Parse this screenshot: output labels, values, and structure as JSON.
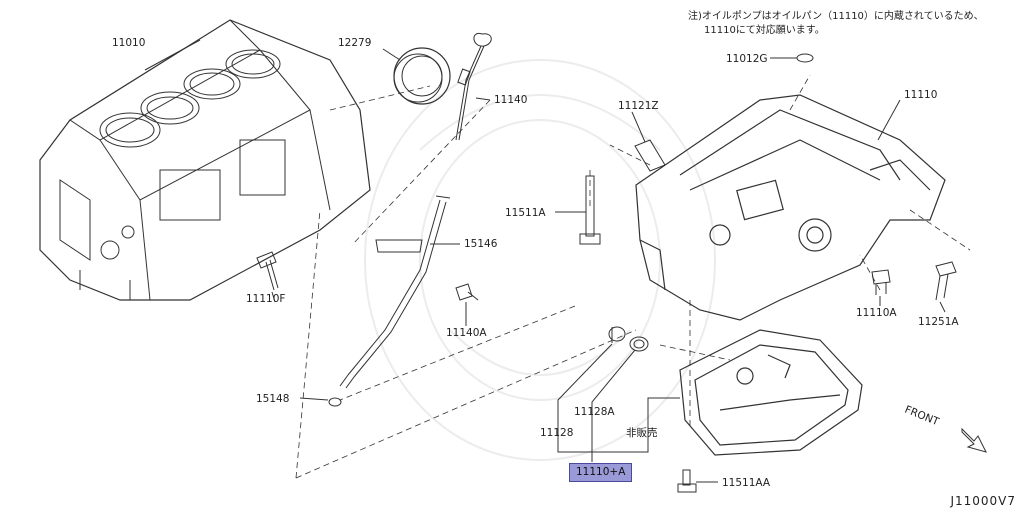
{
  "note": {
    "line1": "注)オイルポンプはオイルパン（11110）に内蔵されているため、",
    "line2": "11110にて対応願います。"
  },
  "parts": {
    "p11010": "11010",
    "p12279": "12279",
    "p11140": "11140",
    "p15146": "15146",
    "p11110F": "11110F",
    "p11140A": "11140A",
    "p15148": "15148",
    "p11121Z": "11121Z",
    "p11511A": "11511A",
    "p11012G": "11012G",
    "p11110": "11110",
    "p11110A": "11110A",
    "p11251A": "11251A",
    "p11128A": "11128A",
    "p11128": "11128",
    "notsold": "非販売",
    "p11511AA": "11511AA",
    "assembly": "11110+A"
  },
  "front_label": "FRONT",
  "diagram_id": "J11000V7"
}
